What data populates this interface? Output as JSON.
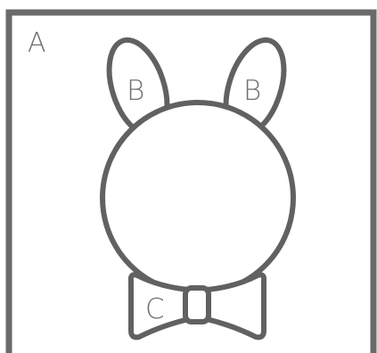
{
  "colors": {
    "stroke": "#616161",
    "frame": "#6a6a6a",
    "label": "#6f6f6f",
    "background": "#ffffff"
  },
  "labels": {
    "region_a": "A",
    "ear_left": "B",
    "ear_right": "B",
    "bow_tie": "C"
  }
}
